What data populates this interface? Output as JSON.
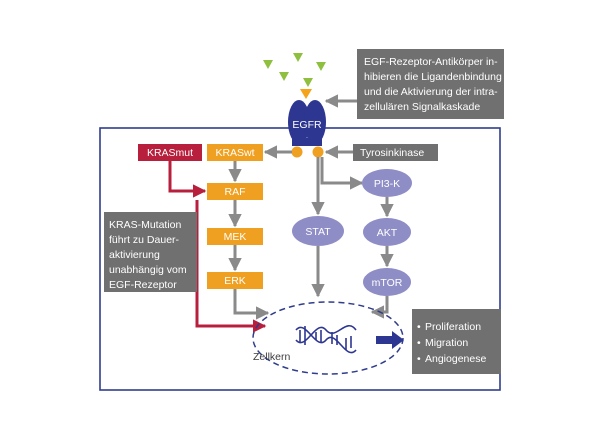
{
  "colors": {
    "frame": "#2f3d8c",
    "orange": "#f0a020",
    "crimson": "#b81f3c",
    "gray_box": "#707070",
    "gray_arrow": "#8a8a8a",
    "purple": "#8e8dc6",
    "receptor": "#2d3691",
    "ligand_green": "#8fbf3f",
    "ligand_orange": "#f5a31a",
    "dna": "#2d3691"
  },
  "receptor": {
    "label": "EGFR"
  },
  "antibody_note": {
    "lines": [
      "EGF-Rezeptor-Antikörper in-",
      "hibieren die Ligandenbindung",
      "und die Aktivierung der intra-",
      "zellulären Signalkaskade"
    ]
  },
  "kinase_note": {
    "label": "Tyrosinkinase"
  },
  "kras_mut": {
    "label": "KRASmut"
  },
  "mapk_path": {
    "kras_wt": "KRASwt",
    "raf": "RAF",
    "mek": "MEK",
    "erk": "ERK"
  },
  "stat": {
    "label": "STAT"
  },
  "pi3k_path": {
    "pi3k": "PI3-K",
    "akt": "AKT",
    "mtor": "mTOR"
  },
  "kras_mutation_note": {
    "lines": [
      "KRAS-Mutation",
      "führt zu Dauer-",
      "aktivierung",
      "unabhängig vom",
      "EGF-Rezeptor"
    ]
  },
  "nucleus": {
    "label": "Zellkern"
  },
  "outcomes": {
    "bullet": "•",
    "items": [
      "Proliferation",
      "Migration",
      "Angiogenese"
    ]
  }
}
